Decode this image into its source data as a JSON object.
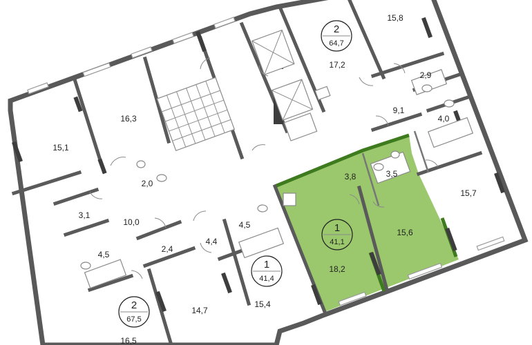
{
  "rooms": [
    {
      "id": "r1",
      "label": "15,8"
    },
    {
      "id": "r2",
      "label": "17,2"
    },
    {
      "id": "r3",
      "label": "2,9"
    },
    {
      "id": "r4",
      "label": "9,1"
    },
    {
      "id": "r5",
      "label": "4,0"
    },
    {
      "id": "r6",
      "label": "16,3"
    },
    {
      "id": "r7",
      "label": "15,1"
    },
    {
      "id": "r8",
      "label": "2,0"
    },
    {
      "id": "r9",
      "label": "3,8"
    },
    {
      "id": "r10",
      "label": "3,5"
    },
    {
      "id": "r11",
      "label": "15,7"
    },
    {
      "id": "r12",
      "label": "3,1"
    },
    {
      "id": "r13",
      "label": "10,0"
    },
    {
      "id": "r14",
      "label": "4,5"
    },
    {
      "id": "r15",
      "label": "4,4"
    },
    {
      "id": "r16",
      "label": "15,6"
    },
    {
      "id": "r17",
      "label": "4,5"
    },
    {
      "id": "r18",
      "label": "2,4"
    },
    {
      "id": "r19",
      "label": "18,2"
    },
    {
      "id": "r20",
      "label": "14,7"
    },
    {
      "id": "r21",
      "label": "15,4"
    },
    {
      "id": "r22",
      "label": "16,5"
    }
  ],
  "apartments": [
    {
      "id": "a1",
      "rooms": "2",
      "area": "64,7"
    },
    {
      "id": "a2",
      "rooms": "1",
      "area": "41,1",
      "highlighted": true
    },
    {
      "id": "a3",
      "rooms": "1",
      "area": "41,4"
    },
    {
      "id": "a4",
      "rooms": "2",
      "area": "67,5"
    }
  ],
  "colors": {
    "highlight": "#7fb842",
    "highlight_edge": "#3e7a1e",
    "walls": "#595959",
    "text": "#222222"
  }
}
